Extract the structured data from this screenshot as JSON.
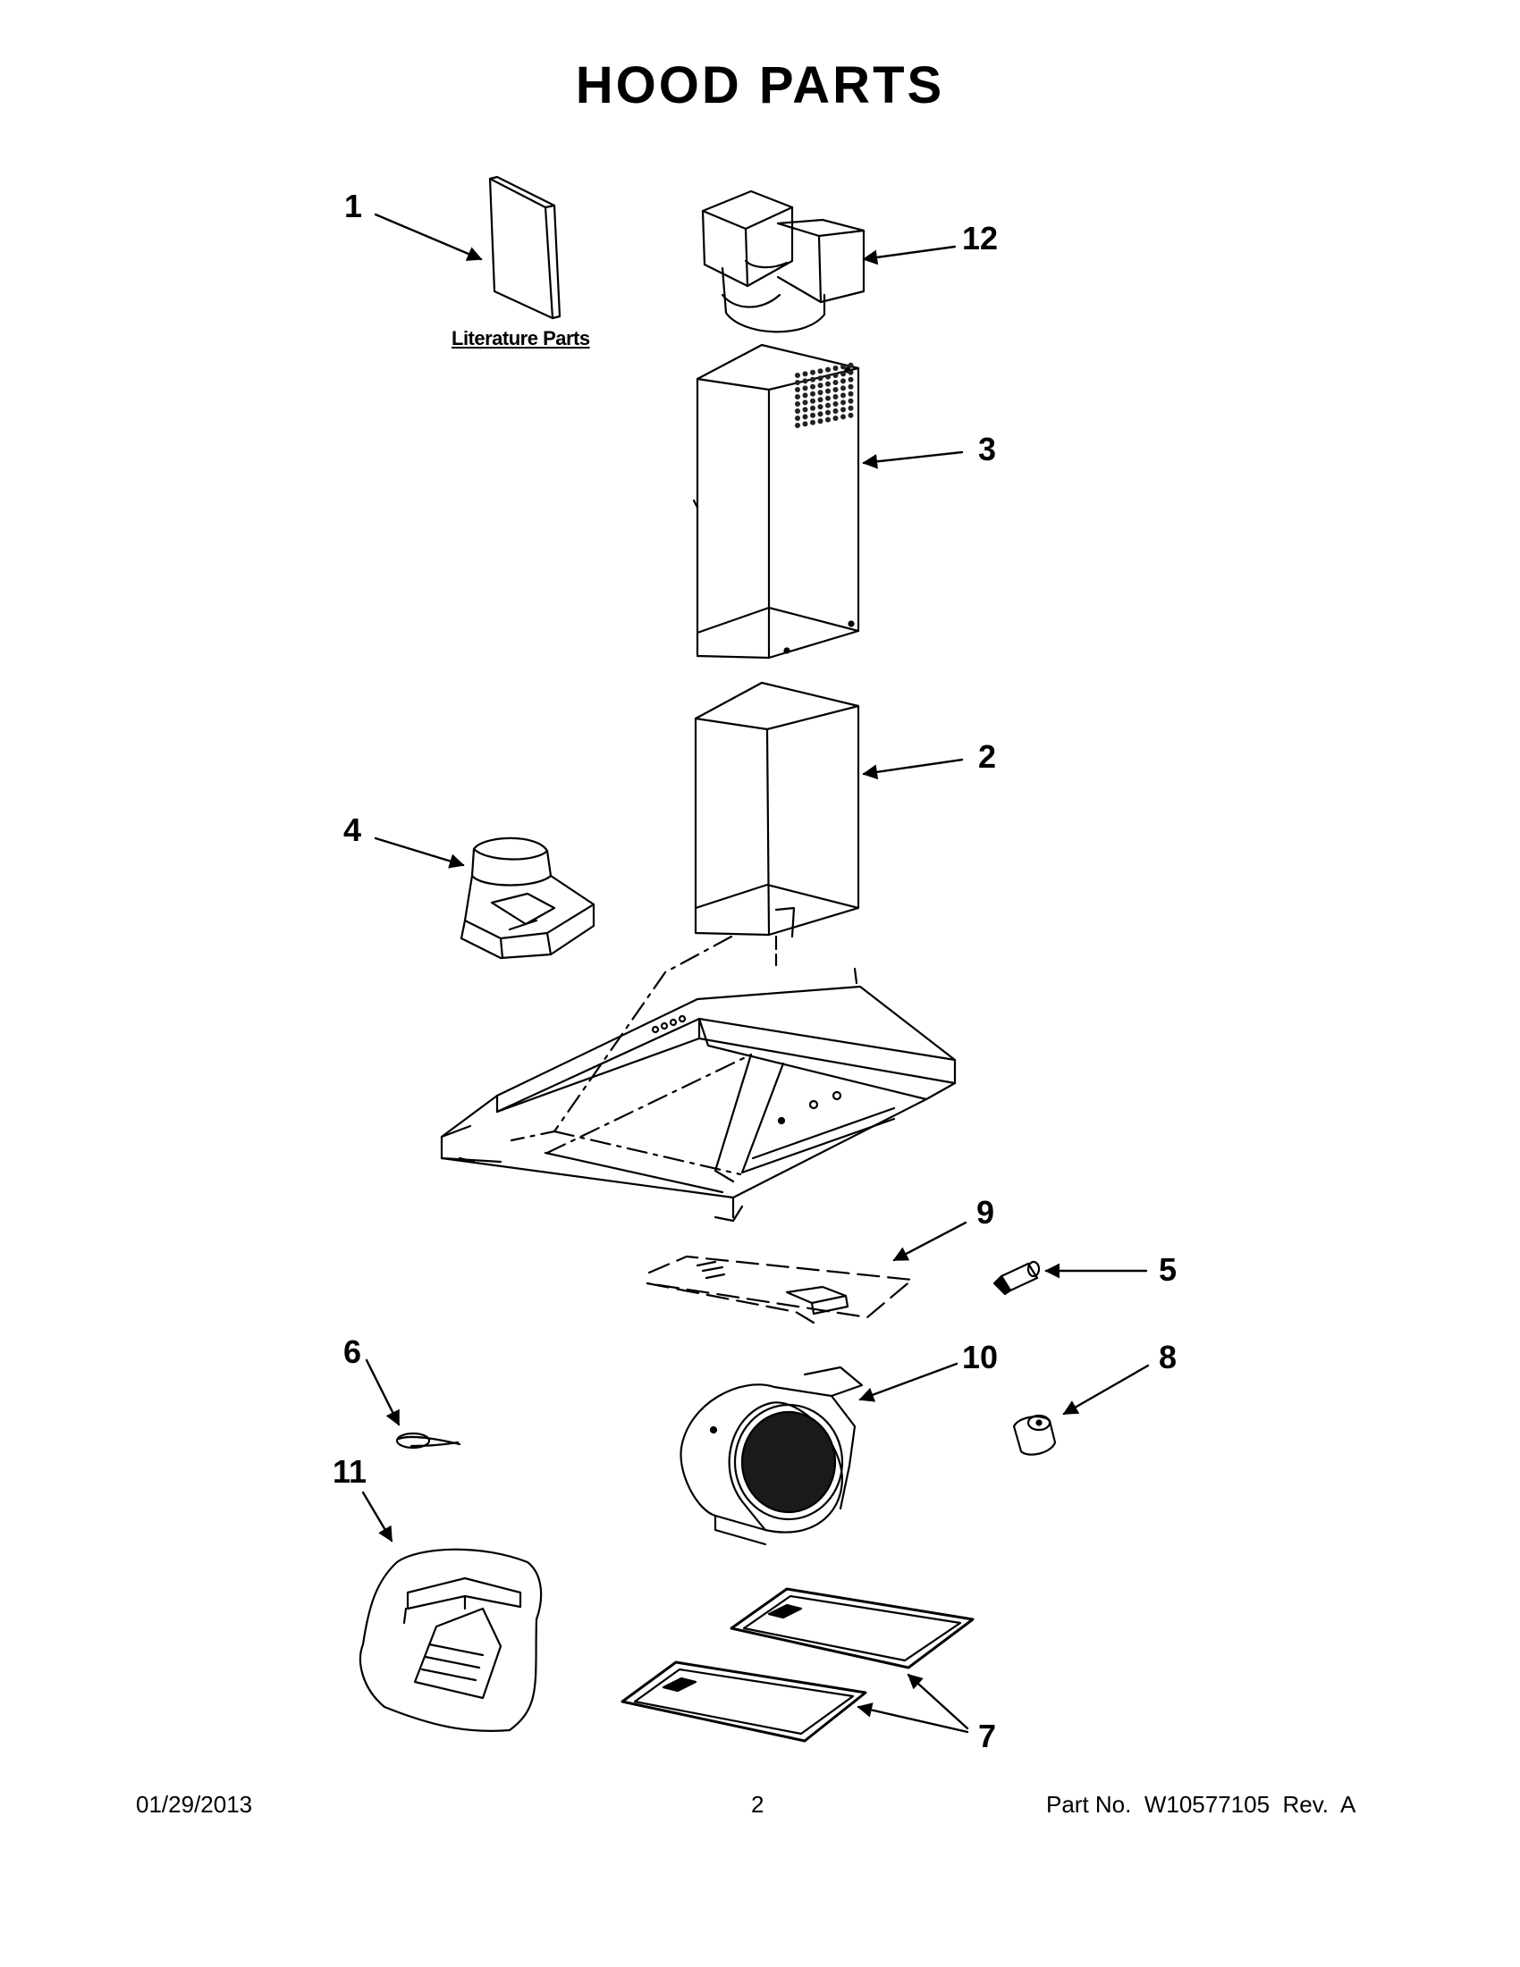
{
  "page": {
    "title": "HOOD PARTS"
  },
  "labels": {
    "literature": "Literature Parts"
  },
  "callouts": [
    "1",
    "12",
    "3",
    "2",
    "4",
    "9",
    "5",
    "6",
    "10",
    "8",
    "11",
    "7"
  ],
  "footer": {
    "date": "01/29/2013",
    "page_number": "2",
    "part_number": "Part No.  W10577105  Rev.  A"
  },
  "colors": {
    "line": "#000000",
    "grille": "#222222",
    "background": "#ffffff"
  }
}
